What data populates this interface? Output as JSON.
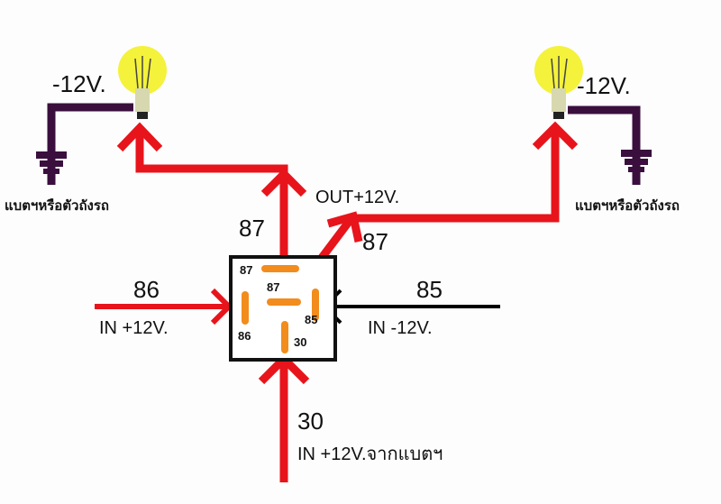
{
  "labels": {
    "left_voltage": "-12V.",
    "right_voltage": "-12V.",
    "left_ground": "แบตฯหรือตัวถังรถ",
    "right_ground": "แบตฯหรือตัวถังรถ",
    "out": "OUT+12V.",
    "pin87_left": "87",
    "pin87_right": "87",
    "pin86": "86",
    "in86": "IN +12V.",
    "pin85": "85",
    "in85": "IN -12V.",
    "pin30": "30",
    "in30": "IN +12V.จากแบตฯ"
  },
  "relay_pins": {
    "p87": "87",
    "p87a": "87",
    "p86": "86",
    "p85": "85",
    "p30": "30"
  },
  "colors": {
    "wire_positive": "#e8141b",
    "wire_ground": "#3a0f3e",
    "wire_negative": "#000000",
    "pin": "#f28c1c",
    "bulb": "#f4f23a"
  }
}
